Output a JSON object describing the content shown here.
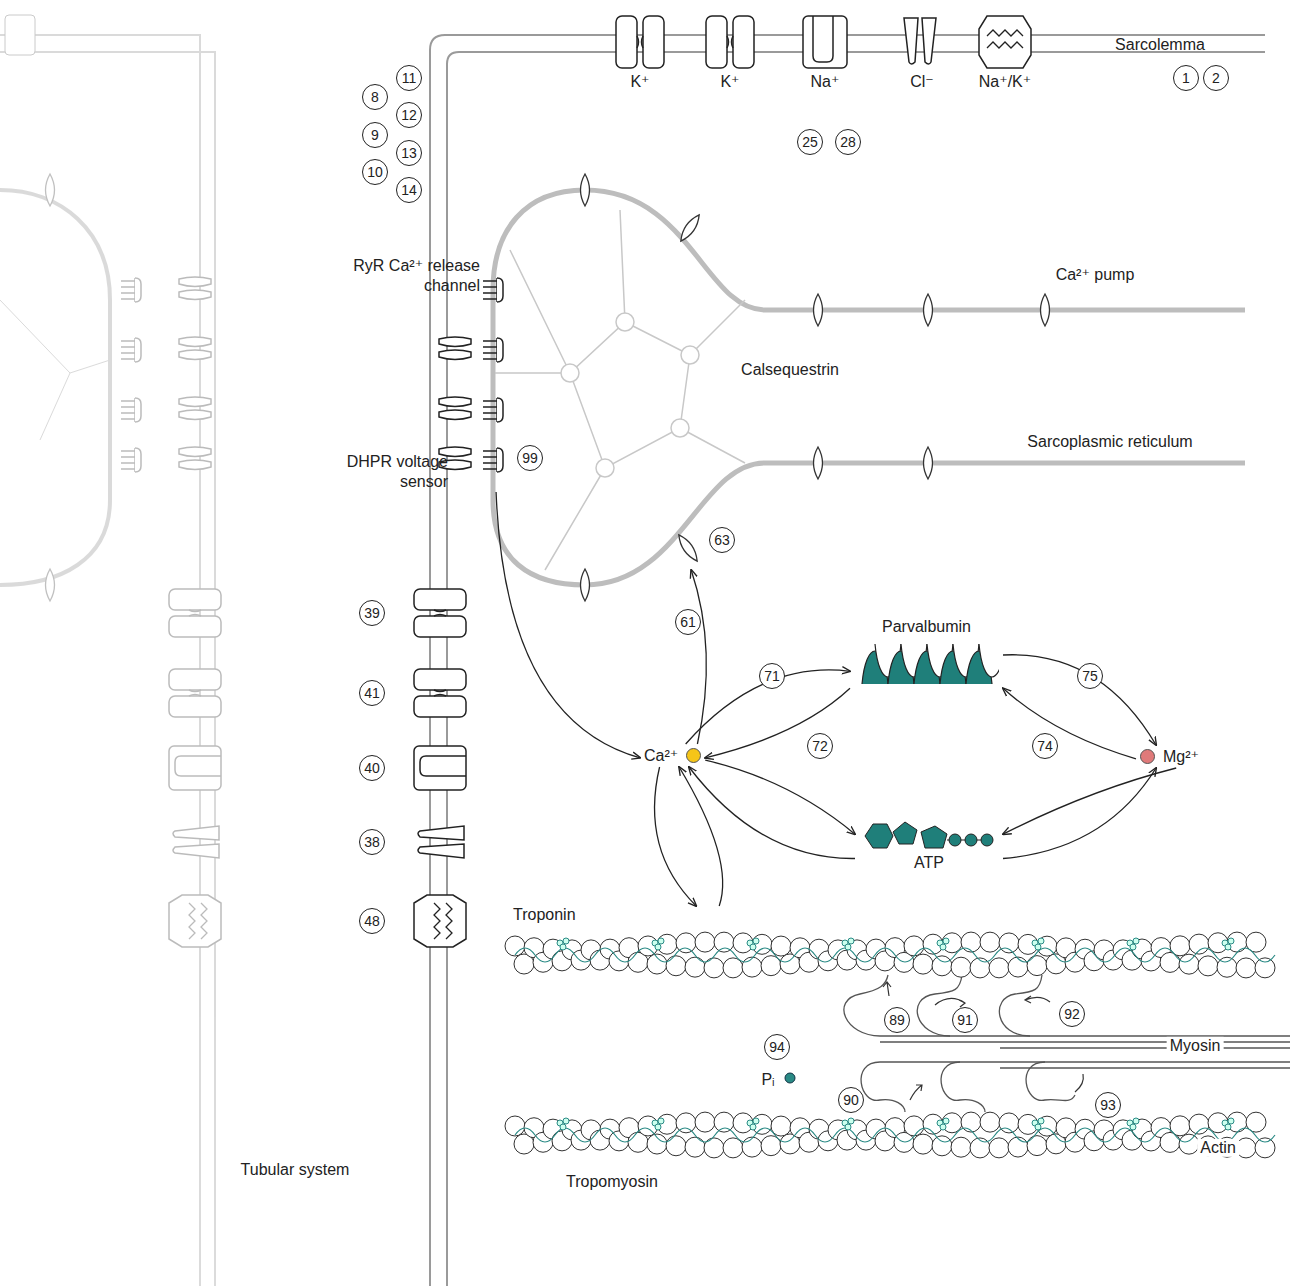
{
  "diagram": {
    "nodes": [
      {
        "text": [
          "Ca²⁺"
        ]
      },
      {
        "text": [
          "Parvalbumin"
        ]
      },
      {
        "text": [
          "Mg²⁺"
        ]
      },
      {
        "text": [
          "ATP"
        ]
      },
      {
        "text": [
          "Troponin"
        ]
      },
      {
        "text": [
          "DHPR voltage sensor"
        ]
      },
      {
        "text": [
          "63"
        ]
      }
    ],
    "edges": [
      {
        "from": 5,
        "to": 0,
        "arrow": "to"
      },
      {
        "from": 0,
        "to": 1,
        "arrow": "to",
        "label": "71"
      },
      {
        "from": 1,
        "to": 0,
        "arrow": "to",
        "label": "72"
      },
      {
        "from": 1,
        "to": 2,
        "arrow": "to",
        "label": "75"
      },
      {
        "from": 2,
        "to": 1,
        "arrow": "to",
        "label": "74"
      },
      {
        "from": 0,
        "to": 3,
        "arrow": "to"
      },
      {
        "from": 3,
        "to": 0,
        "arrow": "to"
      },
      {
        "from": 2,
        "to": 3,
        "arrow": "to"
      },
      {
        "from": 3,
        "to": 2,
        "arrow": "to"
      },
      {
        "from": 0,
        "to": 4,
        "arrow": "to"
      },
      {
        "from": 4,
        "to": 0,
        "arrow": "to"
      },
      {
        "from": 0,
        "to": 6,
        "arrow": "to",
        "label": "61"
      }
    ],
    "labels": [
      "Sarcolemma",
      "1",
      "2",
      "K⁺",
      "K⁺",
      "Na⁺",
      "Cl⁻",
      "Na⁺/K⁺",
      "25",
      "28",
      "11",
      "8",
      "12",
      "9",
      "13",
      "10",
      "14",
      "RyR Ca²⁺ release channel",
      "Ca²⁺ pump",
      "Calsequestrin",
      "Sarcoplasmic reticulum",
      "99",
      "39",
      "41",
      "40",
      "38",
      "48",
      "89",
      "91",
      "92",
      "Myosin",
      "94",
      "Pᵢ",
      "90",
      "93",
      "Actin",
      "Tropomyosin",
      "Tubular system"
    ]
  }
}
